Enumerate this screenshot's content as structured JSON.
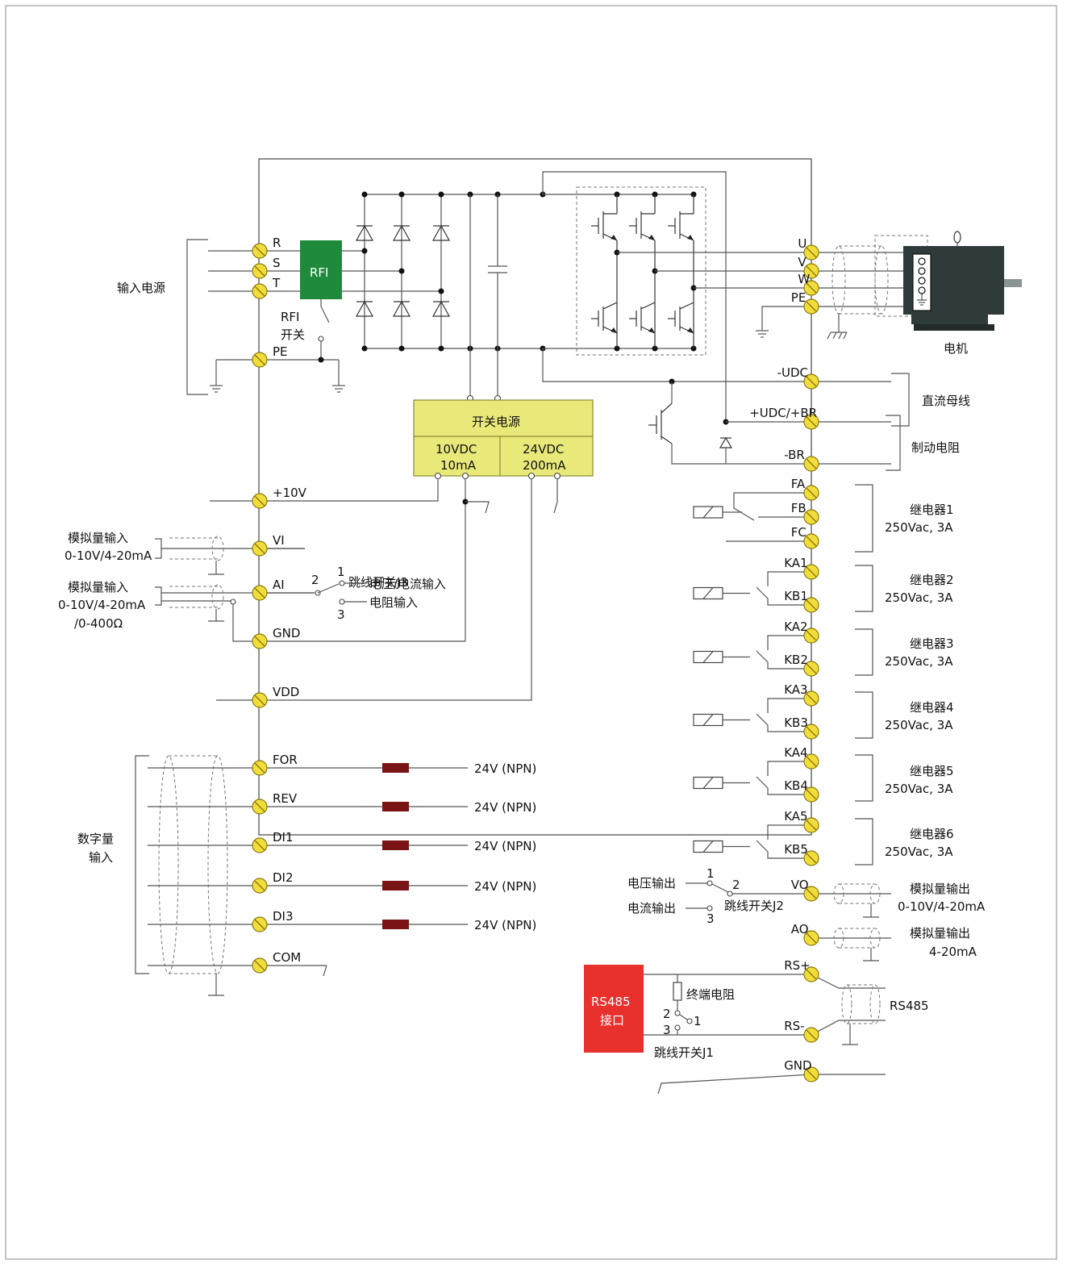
{
  "left_terms": {
    "R": "R",
    "S": "S",
    "T": "T",
    "PE": "PE",
    "p10v": "+10V",
    "VI": "VI",
    "AI": "AI",
    "GND": "GND",
    "VDD": "VDD",
    "FOR": "FOR",
    "REV": "REV",
    "DI1": "DI1",
    "DI2": "DI2",
    "DI3": "DI3",
    "COM": "COM"
  },
  "right_terms": {
    "U": "U",
    "V": "V",
    "W": "W",
    "PE": "PE",
    "mUDC": "-UDC",
    "pUDC": "+UDC/+BR",
    "mBR": "-BR",
    "FA": "FA",
    "FB": "FB",
    "FC": "FC",
    "KA1": "KA1",
    "KB1": "KB1",
    "KA2": "KA2",
    "KB2": "KB2",
    "KA3": "KA3",
    "KB3": "KB3",
    "KA4": "KA4",
    "KB4": "KB4",
    "KA5": "KA5",
    "KB5": "KB5",
    "VO": "VO",
    "AO": "AO",
    "RSp": "RS+",
    "RSm": "RS-",
    "GND": "GND"
  },
  "labels": {
    "input_power": "输入电源",
    "rfi": "RFI",
    "rfi_switch_1": "RFI",
    "rfi_switch_2": "开关",
    "psu_title": "开关电源",
    "psu_10v_1": "10VDC",
    "psu_10v_2": "10mA",
    "psu_24v_1": "24VDC",
    "psu_24v_2": "200mA",
    "motor": "电机",
    "dc_bus": "直流母线",
    "brake_res": "制动电阻",
    "ai_vi_1": "模拟量输入",
    "ai_vi_2": "0-10V/4-20mA",
    "ai_ai_1": "模拟量输入",
    "ai_ai_2": "0-10V/4-20mA",
    "ai_ai_3": "/0-400Ω",
    "j3": "跳线开关J3",
    "j3_v": "电压/电流输入",
    "j3_r": "电阻输入",
    "n1": "1",
    "n2": "2",
    "n3": "3",
    "digital_1": "数字量",
    "digital_2": "输入",
    "npn": "24V (NPN)",
    "relay1": "继电器1",
    "relay2": "继电器2",
    "relay3": "继电器3",
    "relay4": "继电器4",
    "relay5": "继电器5",
    "relay6": "继电器6",
    "relay_rating": "250Vac, 3A",
    "v_out": "电压输出",
    "i_out": "电流输出",
    "j2": "跳线开关J2",
    "ao1_1": "模拟量输出",
    "ao1_2": "0-10V/4-20mA",
    "ao2_1": "模拟量输出",
    "ao2_2": "4-20mA",
    "rs485_1": "RS485",
    "rs485_2": "接口",
    "term_res": "终端电阻",
    "j1": "跳线开关J1",
    "rs485": "RS485"
  },
  "colors": {
    "rfi_box": "#1f8a3c",
    "psu_box": "#e9e97a",
    "rs485_box": "#e8302c",
    "npn_resistor": "#7a1414",
    "terminal": "#f0dc3a",
    "motor": "#2f3a3a"
  }
}
